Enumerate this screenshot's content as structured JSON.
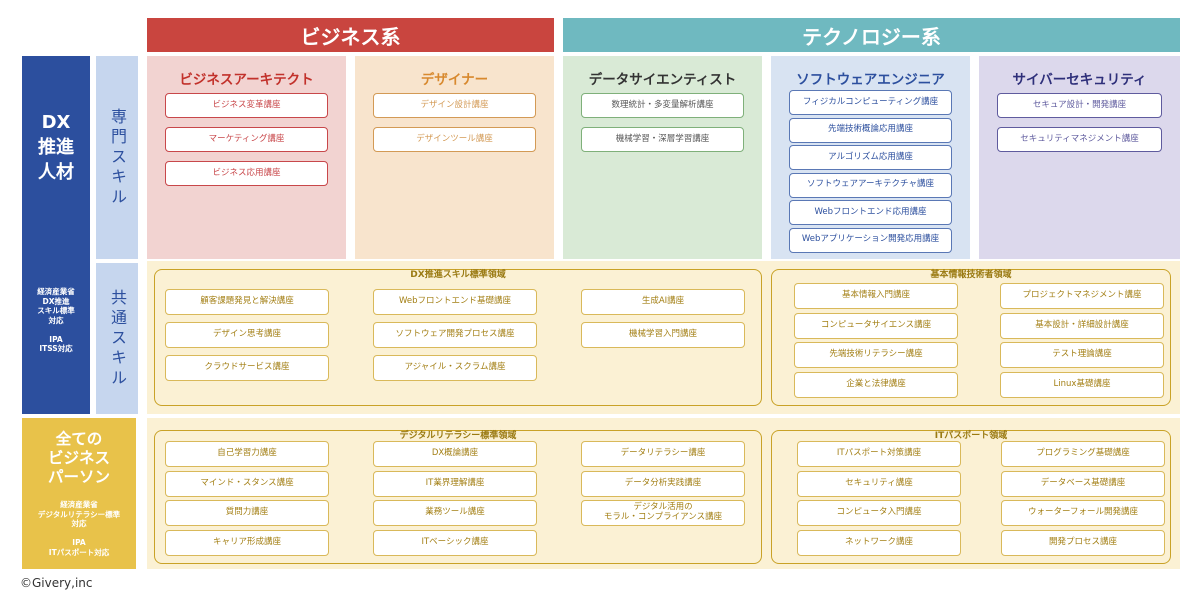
{
  "headers": {
    "business": "ビジネス系",
    "technology": "テクノロジー系"
  },
  "left": {
    "dx_title": "DX推進人材",
    "dx_note": [
      "経済産業省",
      "DX推進",
      "スキル標準",
      "対応",
      "",
      "IPA",
      "ITSS対応"
    ],
    "all_title": [
      "全ての",
      "ビジネス",
      "パーソン"
    ],
    "all_note": [
      "経済産業省",
      "デジタルリテラシー標準",
      "対応",
      "",
      "IPA",
      "ITパスポート対応"
    ],
    "specialist_skill": "専門スキル",
    "common_skill": "共通スキル"
  },
  "columns": [
    {
      "title": "ビジネスアーキテクト",
      "items": [
        "ビジネス変革講座",
        "マーケティング講座",
        "ビジネス応用講座"
      ]
    },
    {
      "title": "デザイナー",
      "items": [
        "デザイン設計講座",
        "デザインツール講座"
      ]
    },
    {
      "title": "データサイエンティスト",
      "items": [
        "数理統計・多変量解析講座",
        "機械学習・深層学習講座"
      ]
    },
    {
      "title": "ソフトウェアエンジニア",
      "items": [
        "フィジカルコンピューティング講座",
        "先端技術概論応用講座",
        "アルゴリズム応用講座",
        "ソフトウェアアーキテクチャ講座",
        "Webフロントエンド応用講座",
        "Webアプリケーション開発応用講座"
      ]
    },
    {
      "title": "サイバーセキュリティ",
      "items": [
        "セキュア設計・開発講座",
        "セキュリティマネジメント講座"
      ]
    }
  ],
  "groups": {
    "dx_std": {
      "label": "DX推進スキル標準領域",
      "col1": [
        "顧客課題発見と解決講座",
        "デザイン思考講座",
        "クラウドサービス講座"
      ],
      "col2": [
        "Webフロントエンド基礎講座",
        "ソフトウェア開発プロセス講座",
        "アジャイル・スクラム講座"
      ],
      "col3": [
        "生成AI講座",
        "機械学習入門講座"
      ]
    },
    "fe": {
      "label": "基本情報技術者領域",
      "col1": [
        "基本情報入門講座",
        "コンピュータサイエンス講座",
        "先端技術リテラシー講座",
        "企業と法律講座"
      ],
      "col2": [
        "プロジェクトマネジメント講座",
        "基本設計・詳細設計講座",
        "テスト理論講座",
        "Linux基礎講座"
      ]
    },
    "dl_std": {
      "label": "デジタルリテラシー標準領域",
      "col1": [
        "自己学習力講座",
        "マインド・スタンス講座",
        "質問力講座",
        "キャリア形成講座"
      ],
      "col2": [
        "DX概論講座",
        "IT業界理解講座",
        "業務ツール講座",
        "ITベーシック講座"
      ],
      "col3": [
        "データリテラシー講座",
        "データ分析実践講座",
        "デジタル活用の\nモラル・コンプライアンス講座"
      ]
    },
    "ip": {
      "label": "ITパスポート領域",
      "col1": [
        "ITパスポート対策講座",
        "セキュリティ講座",
        "コンピュータ入門講座",
        "ネットワーク講座"
      ],
      "col2": [
        "プログラミング基礎講座",
        "データベース基礎講座",
        "ウォーターフォール開発講座",
        "開発プロセス講座"
      ]
    }
  },
  "footer": {
    "copyright": "©Givery,inc"
  },
  "colors": {
    "business": "#c9453f",
    "technology": "#6fb9c0",
    "navy": "#2c4f9e",
    "gold": "#e8c24a",
    "lightblue": "#c6d6ee",
    "gold_bg": "#fbf1d4"
  }
}
